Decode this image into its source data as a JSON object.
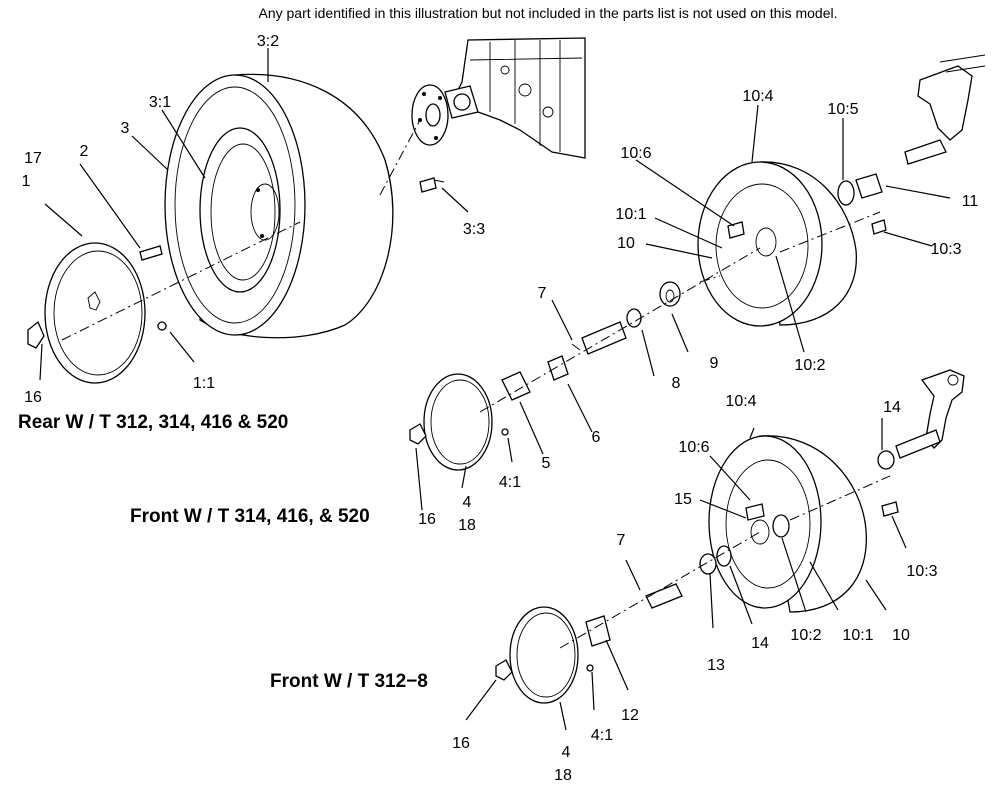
{
  "header_note": "Any part identified in this illustration but not included in the parts list is not used on this model.",
  "captions": {
    "rear": "Rear W / T 312, 314, 416 & 520",
    "front_a": "Front W / T 314, 416, & 520",
    "front_b": "Front W / T 312−8"
  },
  "callouts": {
    "rear": [
      "3:2",
      "3:1",
      "3",
      "17",
      "1",
      "2",
      "16",
      "1:1",
      "3:3"
    ],
    "front_a": [
      "10:4",
      "10:5",
      "10:6",
      "10:1",
      "10",
      "11",
      "10:3",
      "10:2",
      "7",
      "9",
      "8",
      "6",
      "5",
      "4:1",
      "4",
      "18",
      "16"
    ],
    "front_b": [
      "10:4",
      "14",
      "10:6",
      "15",
      "10:3",
      "7",
      "10",
      "10:1",
      "10:2",
      "14",
      "13",
      "12",
      "4:1",
      "4",
      "18",
      "16"
    ]
  }
}
